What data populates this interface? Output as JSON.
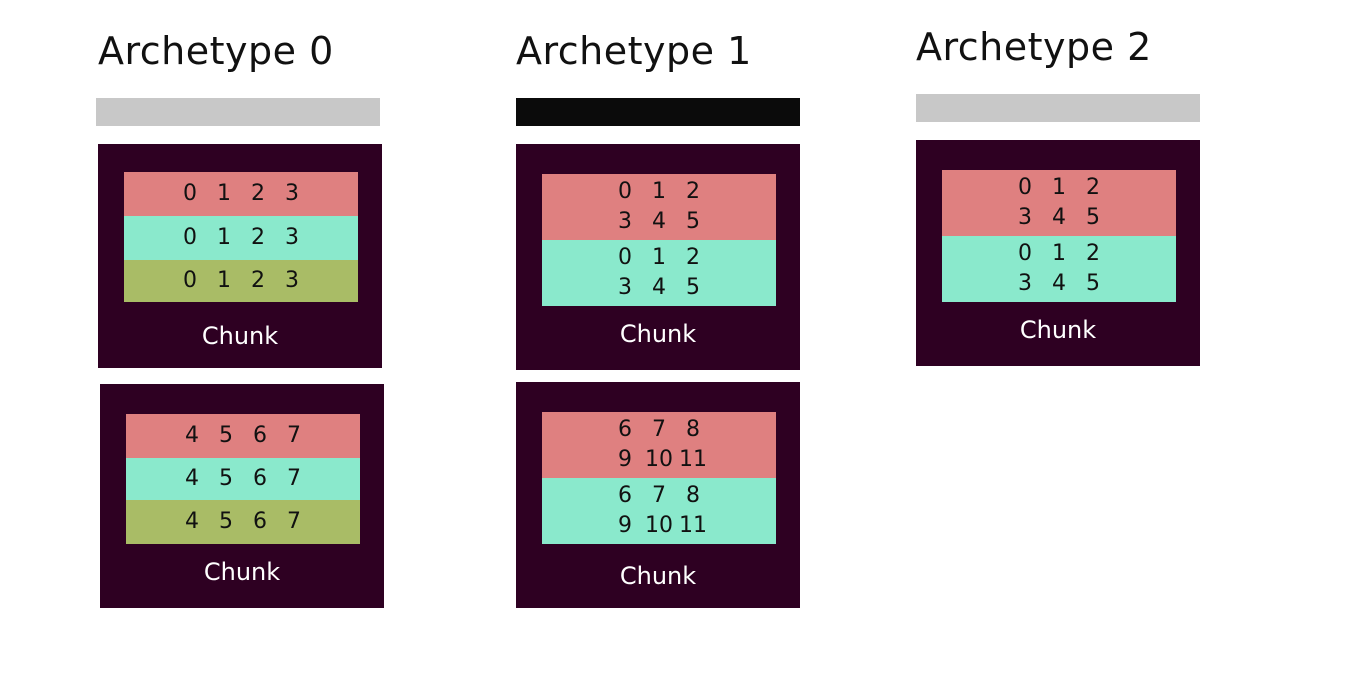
{
  "colors": {
    "chunk_bg": "#2e0022",
    "row_red": "#df8080",
    "row_teal": "#8ae9cc",
    "row_olive": "#a9bc66",
    "bar_gray": "#c8c8c8",
    "bar_black": "#0b0b0b"
  },
  "archetypes": [
    {
      "title": "Archetype 0",
      "bar_color": "#c8c8c8",
      "chunks": [
        {
          "label": "Chunk",
          "rows": [
            {
              "color": "#df8080",
              "lines": [
                [
                  "0",
                  "1",
                  "2",
                  "3"
                ]
              ]
            },
            {
              "color": "#8ae9cc",
              "lines": [
                [
                  "0",
                  "1",
                  "2",
                  "3"
                ]
              ]
            },
            {
              "color": "#a9bc66",
              "lines": [
                [
                  "0",
                  "1",
                  "2",
                  "3"
                ]
              ]
            }
          ]
        },
        {
          "label": "Chunk",
          "rows": [
            {
              "color": "#df8080",
              "lines": [
                [
                  "4",
                  "5",
                  "6",
                  "7"
                ]
              ]
            },
            {
              "color": "#8ae9cc",
              "lines": [
                [
                  "4",
                  "5",
                  "6",
                  "7"
                ]
              ]
            },
            {
              "color": "#a9bc66",
              "lines": [
                [
                  "4",
                  "5",
                  "6",
                  "7"
                ]
              ]
            }
          ]
        }
      ]
    },
    {
      "title": "Archetype 1",
      "bar_color": "#0b0b0b",
      "chunks": [
        {
          "label": "Chunk",
          "rows": [
            {
              "color": "#df8080",
              "lines": [
                [
                  "0",
                  "1",
                  "2"
                ],
                [
                  "3",
                  "4",
                  "5"
                ]
              ]
            },
            {
              "color": "#8ae9cc",
              "lines": [
                [
                  "0",
                  "1",
                  "2"
                ],
                [
                  "3",
                  "4",
                  "5"
                ]
              ]
            }
          ]
        },
        {
          "label": "Chunk",
          "rows": [
            {
              "color": "#df8080",
              "lines": [
                [
                  "6",
                  "7",
                  "8"
                ],
                [
                  "9",
                  "10",
                  "11"
                ]
              ]
            },
            {
              "color": "#8ae9cc",
              "lines": [
                [
                  "6",
                  "7",
                  "8"
                ],
                [
                  "9",
                  "10",
                  "11"
                ]
              ]
            }
          ]
        }
      ]
    },
    {
      "title": "Archetype 2",
      "bar_color": "#c8c8c8",
      "chunks": [
        {
          "label": "Chunk",
          "rows": [
            {
              "color": "#df8080",
              "lines": [
                [
                  "0",
                  "1",
                  "2"
                ],
                [
                  "3",
                  "4",
                  "5"
                ]
              ]
            },
            {
              "color": "#8ae9cc",
              "lines": [
                [
                  "0",
                  "1",
                  "2"
                ],
                [
                  "3",
                  "4",
                  "5"
                ]
              ]
            }
          ]
        }
      ]
    }
  ]
}
